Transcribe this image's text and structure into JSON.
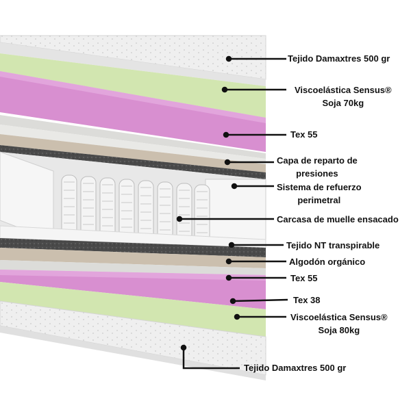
{
  "image": {
    "kind": "mattress layer cross-section diagram",
    "colors": {
      "fabric": "#efefef",
      "green_foam": "#d2e6b0",
      "pink_foam": "#d88fd0",
      "grey_foam": "#dcdcd9",
      "cotton": "#cbbfae",
      "felt": "#4a4a4a",
      "springs": "#f4f4f4",
      "pointer": "#111111"
    }
  },
  "labels": [
    {
      "id": "tejido-top",
      "lines": [
        "Tejido Damaxtres 500 gr"
      ]
    },
    {
      "id": "visco-top",
      "lines": [
        "Viscoelástica Sensus®",
        "Soja 70kg"
      ]
    },
    {
      "id": "tex55-top",
      "lines": [
        "Tex 55"
      ]
    },
    {
      "id": "capa-reparto",
      "lines": [
        "Capa de reparto de",
        "presiones"
      ]
    },
    {
      "id": "sistema-refuerzo",
      "lines": [
        "Sistema de refuerzo",
        "perimetral"
      ]
    },
    {
      "id": "carcasa",
      "lines": [
        "Carcasa de muelle ensacado"
      ]
    },
    {
      "id": "tejido-nt",
      "lines": [
        "Tejido NT transpirable"
      ]
    },
    {
      "id": "algodon",
      "lines": [
        "Algodón orgánico"
      ]
    },
    {
      "id": "tex55-bottom",
      "lines": [
        "Tex 55"
      ]
    },
    {
      "id": "tex38",
      "lines": [
        "Tex 38"
      ]
    },
    {
      "id": "visco-bottom",
      "lines": [
        "Viscoelástica Sensus®",
        "Soja 80kg"
      ]
    },
    {
      "id": "tejido-bottom",
      "lines": [
        "Tejido Damaxtres 500 gr"
      ]
    }
  ]
}
